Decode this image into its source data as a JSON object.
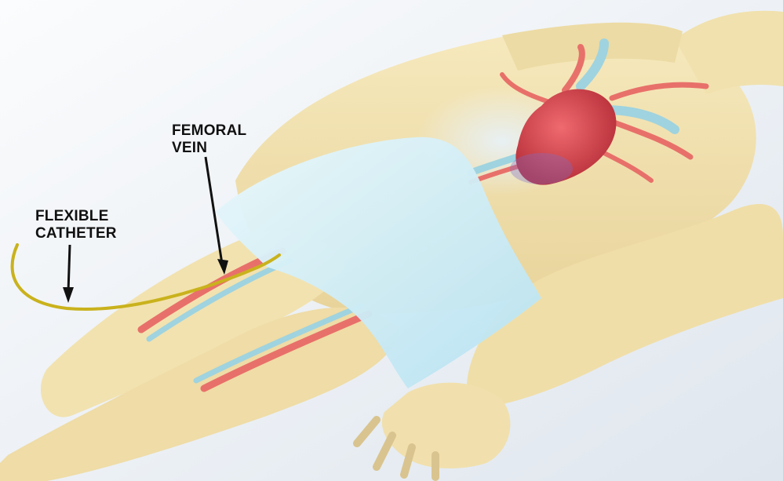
{
  "labels": {
    "femoral_vein": {
      "line1": "FEMORAL",
      "line2": "VEIN"
    },
    "flexible_catheter": {
      "line1": "FLEXIBLE",
      "line2": "CATHETER"
    }
  },
  "colors": {
    "background": "#f3f6f9",
    "skin": "#f3e3b2",
    "skin_shadow": "#d9c48f",
    "drape": "#cfeef8",
    "artery": "#e8706a",
    "vein": "#9fd3df",
    "heart": "#d8404a",
    "catheter": "#c9b21c",
    "label_text": "#111111"
  }
}
